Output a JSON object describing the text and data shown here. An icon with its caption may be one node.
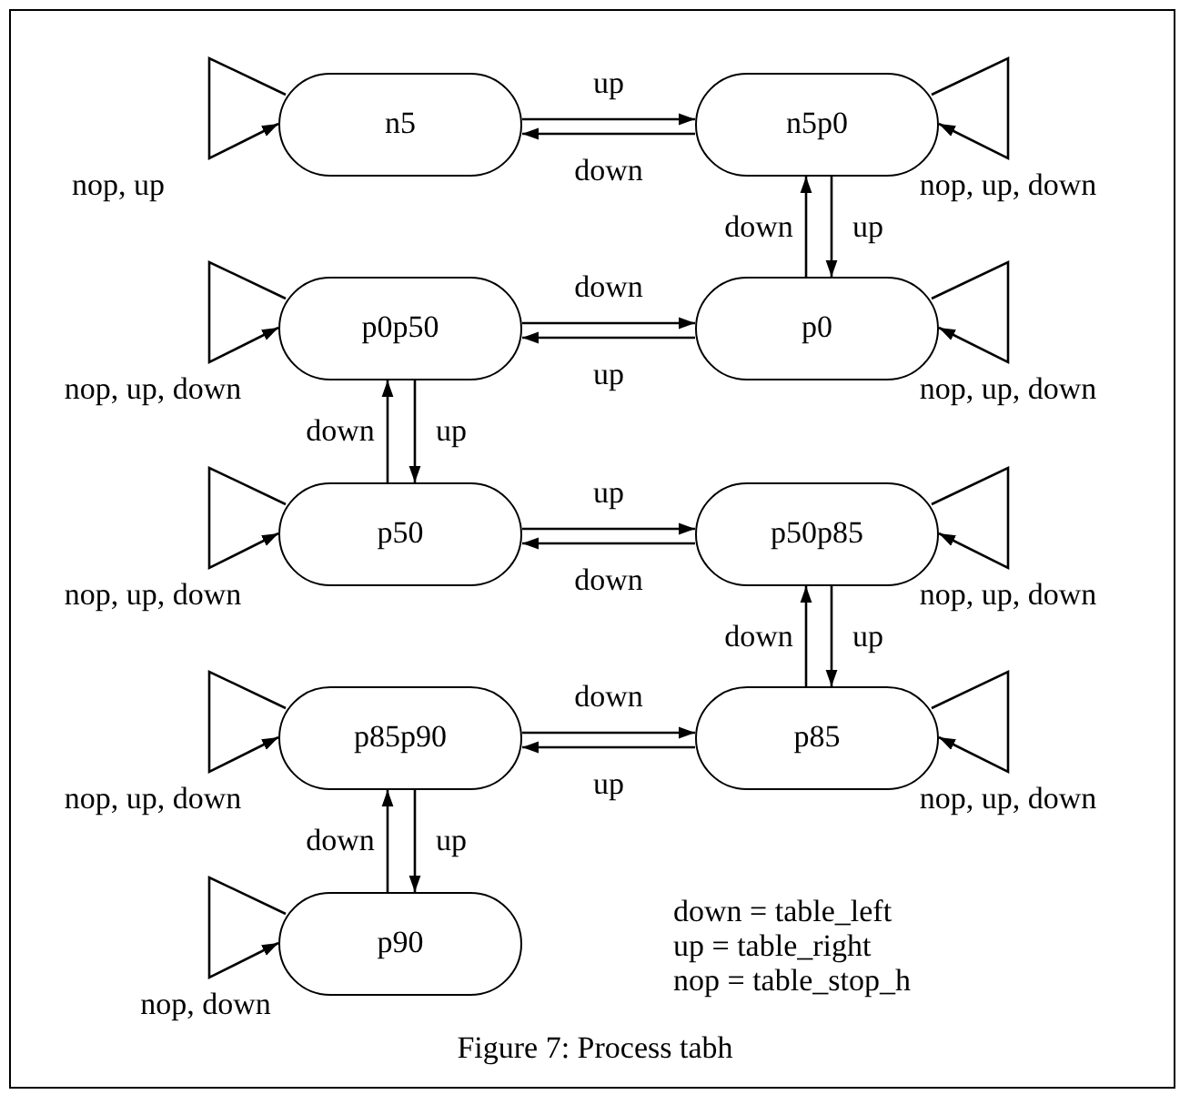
{
  "diagram": {
    "caption": "Figure 7: Process tabh",
    "nodes": [
      {
        "text": [
          "n5"
        ]
      },
      {
        "text": [
          "n5p0"
        ]
      },
      {
        "text": [
          "p0p50"
        ]
      },
      {
        "text": [
          "p0"
        ]
      },
      {
        "text": [
          "p50"
        ]
      },
      {
        "text": [
          "p50p85"
        ]
      },
      {
        "text": [
          "p85p90"
        ]
      },
      {
        "text": [
          "p85"
        ]
      },
      {
        "text": [
          "p90"
        ]
      }
    ],
    "edges": [
      {
        "from": 0,
        "to": 1,
        "arrow": "to",
        "label": "up"
      },
      {
        "from": 1,
        "to": 0,
        "arrow": "to",
        "label": "down"
      },
      {
        "from": 3,
        "to": 1,
        "arrow": "to",
        "label": "down"
      },
      {
        "from": 1,
        "to": 3,
        "arrow": "to",
        "label": "up"
      },
      {
        "from": 2,
        "to": 3,
        "arrow": "to",
        "label": "down"
      },
      {
        "from": 3,
        "to": 2,
        "arrow": "to",
        "label": "up"
      },
      {
        "from": 4,
        "to": 2,
        "arrow": "to",
        "label": "down"
      },
      {
        "from": 2,
        "to": 4,
        "arrow": "to",
        "label": "up"
      },
      {
        "from": 4,
        "to": 5,
        "arrow": "to",
        "label": "up"
      },
      {
        "from": 5,
        "to": 4,
        "arrow": "to",
        "label": "down"
      },
      {
        "from": 7,
        "to": 5,
        "arrow": "to",
        "label": "down"
      },
      {
        "from": 5,
        "to": 7,
        "arrow": "to",
        "label": "up"
      },
      {
        "from": 6,
        "to": 7,
        "arrow": "to",
        "label": "down"
      },
      {
        "from": 7,
        "to": 6,
        "arrow": "to",
        "label": "up"
      },
      {
        "from": 8,
        "to": 6,
        "arrow": "to",
        "label": "down"
      },
      {
        "from": 6,
        "to": 8,
        "arrow": "to",
        "label": "up"
      },
      {
        "from": 0,
        "to": 0,
        "arrow": "to",
        "label": "nop, up"
      },
      {
        "from": 1,
        "to": 1,
        "arrow": "to",
        "label": "nop, up, down"
      },
      {
        "from": 2,
        "to": 2,
        "arrow": "to",
        "label": "nop, up, down"
      },
      {
        "from": 3,
        "to": 3,
        "arrow": "to",
        "label": "nop, up, down"
      },
      {
        "from": 4,
        "to": 4,
        "arrow": "to",
        "label": "nop, up, down"
      },
      {
        "from": 5,
        "to": 5,
        "arrow": "to",
        "label": "nop, up, down"
      },
      {
        "from": 6,
        "to": 6,
        "arrow": "to",
        "label": "nop, up, down"
      },
      {
        "from": 7,
        "to": 7,
        "arrow": "to",
        "label": "nop, up, down"
      },
      {
        "from": 8,
        "to": 8,
        "arrow": "to",
        "label": "nop, down"
      }
    ],
    "labels": [
      "down = table_left",
      "up = table_right",
      "nop = table_stop_h"
    ]
  }
}
